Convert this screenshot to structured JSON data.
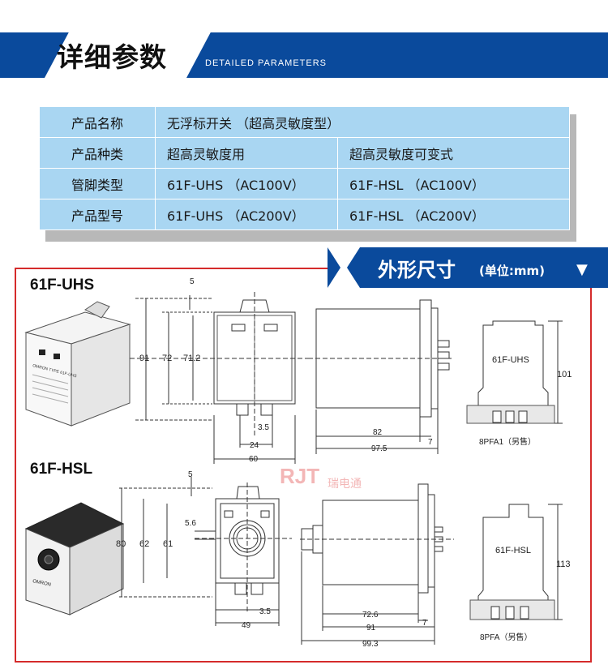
{
  "header": {
    "title": "详细参数",
    "subtitle": "DETAILED PARAMETERS"
  },
  "params": {
    "rows": [
      {
        "label": "产品名称",
        "values": [
          "无浮标开关 （超高灵敏度型）"
        ]
      },
      {
        "label": "产品种类",
        "values": [
          "超高灵敏度用",
          "超高灵敏度可变式"
        ]
      },
      {
        "label": "管脚类型",
        "values": [
          "61F-UHS （AC100V）",
          "61F-HSL （AC100V）"
        ]
      },
      {
        "label": "产品型号",
        "values": [
          "61F-UHS （AC200V）",
          "61F-HSL （AC200V）"
        ]
      }
    ]
  },
  "dims": {
    "title": "外形尺寸",
    "unit": "(单位:mm)",
    "arrow": "▼"
  },
  "uhs": {
    "model": "61F-UHS",
    "front": {
      "h_total": "91",
      "h1": "72",
      "h2": "71.2",
      "top": "5",
      "pin": "3.5",
      "inner": "24",
      "width": "60"
    },
    "side": {
      "d1": "82",
      "d2": "7",
      "d3": "97.5"
    },
    "socket": {
      "label": "61F-UHS",
      "height": "101",
      "name": "8PFA1（另售）"
    },
    "device_text": [
      "OMRON TYPE 61F-UHS"
    ]
  },
  "hsl": {
    "model": "61F-HSL",
    "front": {
      "h_total": "80",
      "h1": "62",
      "h2": "61",
      "top": "5",
      "knob": "5.6",
      "pin": "3.5",
      "width": "49"
    },
    "side": {
      "d1": "72.6",
      "d2": "7",
      "d3": "91",
      "d4": "99.3"
    },
    "socket": {
      "label": "61F-HSL",
      "height": "113",
      "name": "8PFA（另售）"
    },
    "device_text": [
      "OMRON"
    ]
  },
  "watermark": "瑞电通",
  "colors": {
    "brand": "#0a4a9c",
    "table": "#a9d6f2",
    "frame": "#d52b2b"
  }
}
